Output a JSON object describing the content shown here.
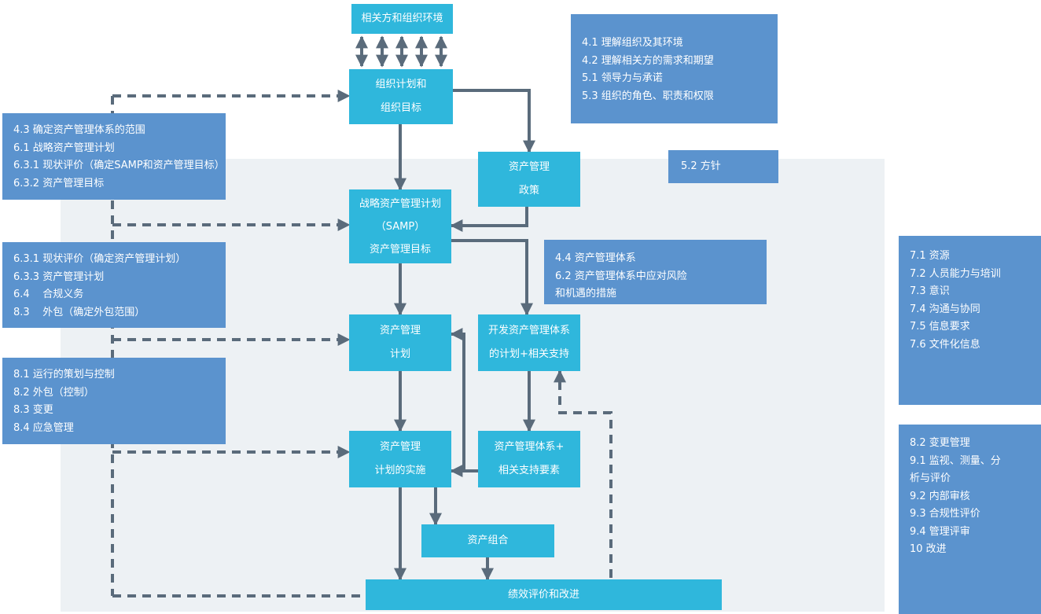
{
  "colors": {
    "cyan_node": "#2FB7DC",
    "blue_note": "#5B93CE",
    "arrow": "#5A6B7B",
    "canvas_bg": "#EDF1F4"
  },
  "flow": {
    "env": {
      "lines": [
        "相关方和组织环境"
      ]
    },
    "org": {
      "lines": [
        "组织计划和",
        "组织目标"
      ]
    },
    "policy": {
      "lines": [
        "资产管理",
        "政策"
      ]
    },
    "samp": {
      "lines": [
        "战略资产管理计划",
        "（SAMP）",
        "资产管理目标"
      ]
    },
    "plan": {
      "lines": [
        "资产管理",
        "计划"
      ]
    },
    "develop": {
      "lines": [
        "开发资产管理体系",
        "的计划+相关支持"
      ]
    },
    "implement": {
      "lines": [
        "资产管理",
        "计划的实施"
      ]
    },
    "system": {
      "lines": [
        "资产管理体系+",
        "相关支持要素"
      ]
    },
    "portfolio": {
      "lines": [
        "资产组合"
      ]
    },
    "performance": {
      "lines": [
        "绩效评价和改进"
      ]
    }
  },
  "notes": {
    "top_right": {
      "lines": [
        "4.1 理解组织及其环境",
        "4.2 理解相关方的需求和期望",
        "5.1 领导力与承诺",
        "5.3 组织的角色、职责和权限"
      ]
    },
    "left_scope": {
      "lines": [
        "4.3 确定资产管理体系的范围",
        "6.1 战略资产管理计划",
        "6.3.1 现状评价（确定SAMP和资产管理目标）",
        "6.3.2 资产管理目标"
      ]
    },
    "policy_ref": {
      "lines": [
        "5.2 方针"
      ]
    },
    "left_planning": {
      "lines": [
        "6.3.1 现状评价（确定资产管理计划）",
        "6.3.3 资产管理计划",
        "6.4    合规义务",
        "8.3    外包（确定外包范围）"
      ]
    },
    "risk": {
      "lines": [
        "4.4 资产管理体系",
        "6.2 资产管理体系中应对风险",
        "和机遇的措施"
      ]
    },
    "left_operation": {
      "lines": [
        "8.1 运行的策划与控制",
        "8.2 外包（控制）",
        "8.3 变更",
        "8.4 应急管理"
      ]
    },
    "right_support": {
      "lines": [
        "7.1 资源",
        "7.2 人员能力与培训",
        "7.3 意识",
        "7.4 沟通与协同",
        "7.5 信息要求",
        "7.6 文件化信息"
      ]
    },
    "right_evaluation": {
      "lines": [
        "8.2 变更管理",
        "9.1 监视、测量、分",
        "析与评价",
        "9.2 内部审核",
        "9.3 合规性评价",
        "9.4 管理评审",
        "10 改进"
      ]
    }
  }
}
